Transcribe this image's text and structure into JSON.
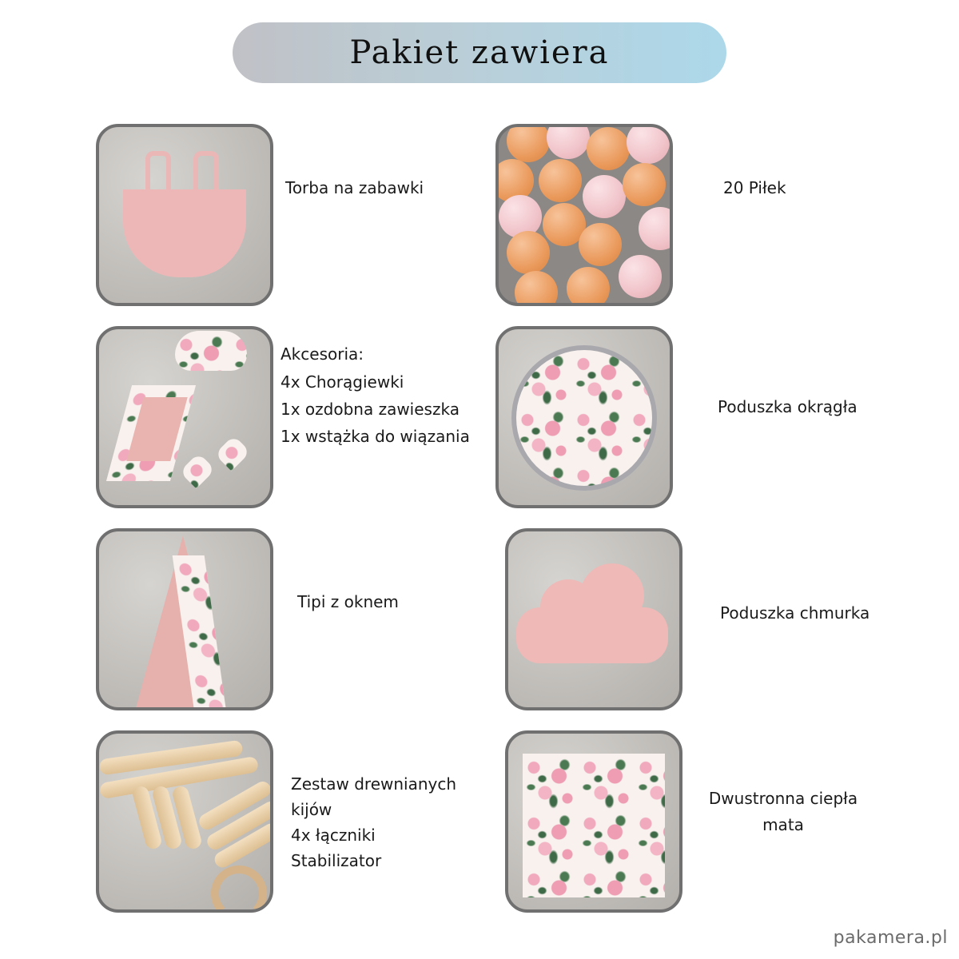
{
  "title": "Pakiet zawiera",
  "items": [
    {
      "lines": [
        "Torba na zabawki"
      ]
    },
    {
      "lines": [
        "20 Piłek"
      ]
    },
    {
      "lines": [
        "Akcesoria:",
        "4x Chorągiewki",
        "1x ozdobna zawieszka",
        "1x wstążka do wiązania"
      ]
    },
    {
      "lines": [
        "Poduszka okrągła"
      ]
    },
    {
      "lines": [
        "Tipi z oknem"
      ]
    },
    {
      "lines": [
        "Poduszka chmurka"
      ]
    },
    {
      "lines": [
        "Zestaw drewnianych",
        "kijów",
        "4x łączniki",
        "Stabilizator"
      ]
    },
    {
      "lines": [
        "Dwustronna ciepła",
        "mata"
      ]
    }
  ],
  "watermark": "pakamera.pl",
  "colors": {
    "pill_start": "#c0c1c6",
    "pill_end": "#acd8ea",
    "tile_border": "#707070"
  }
}
